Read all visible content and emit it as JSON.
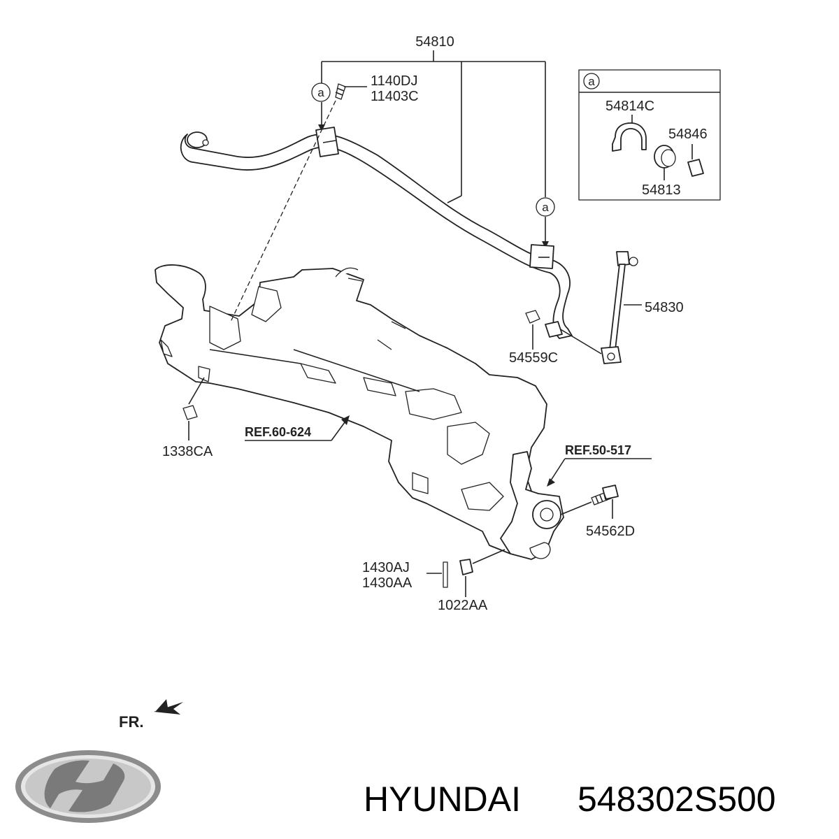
{
  "callouts": {
    "main_assembly": "54810",
    "bolt_a": "1140DJ",
    "bolt_b": "11403C",
    "detail_marker": "a",
    "bushing_clamp": "54814C",
    "bushing": "54813",
    "bushing_small": "54846",
    "link": "54830",
    "nut_link": "54559C",
    "nut_subframe": "1338CA",
    "ref_subframe": "REF.60-624",
    "ref_knuckle": "REF.50-517",
    "bolt_arm": "54562D",
    "pin_a": "1430AJ",
    "pin_b": "1430AA",
    "nut_ball": "1022AA"
  },
  "direction": {
    "label": "FR."
  },
  "brand": {
    "name": "HYUNDAI",
    "part_number": "548302S500"
  }
}
